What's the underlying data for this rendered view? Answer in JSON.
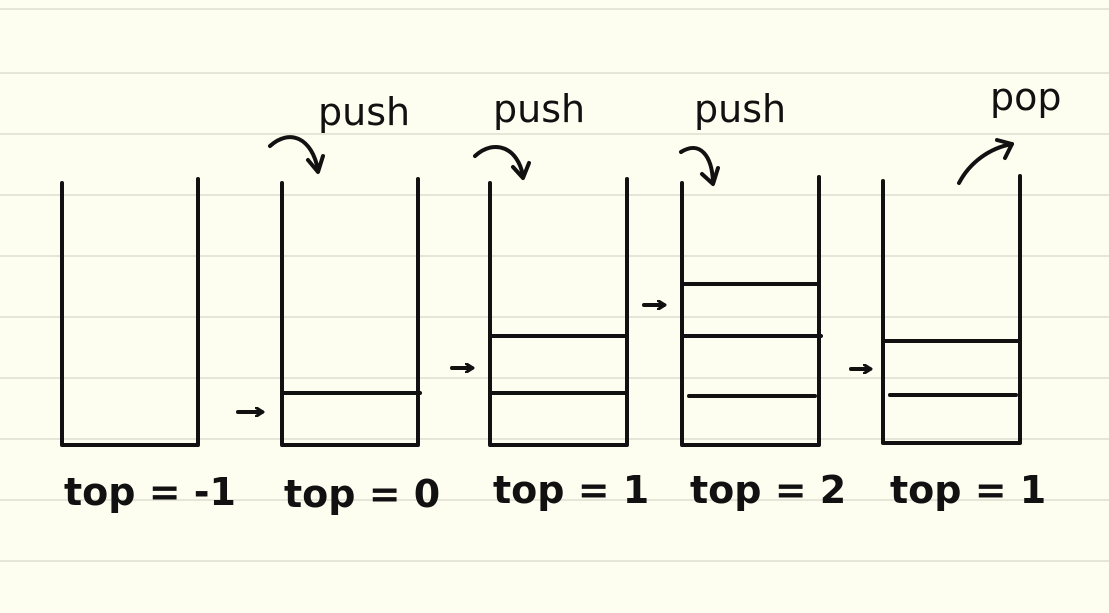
{
  "stacks": [
    {
      "top_label": "top = -1",
      "element_count": 0,
      "operation": "",
      "pointer": false
    },
    {
      "top_label": "top = 0",
      "element_count": 1,
      "operation": "push",
      "pointer": true
    },
    {
      "top_label": "top = 1",
      "element_count": 2,
      "operation": "push",
      "pointer": true
    },
    {
      "top_label": "top = 2",
      "element_count": 3,
      "operation": "push",
      "pointer": true
    },
    {
      "top_label": "top = 1",
      "element_count": 2,
      "operation": "pop",
      "pointer": true
    }
  ]
}
